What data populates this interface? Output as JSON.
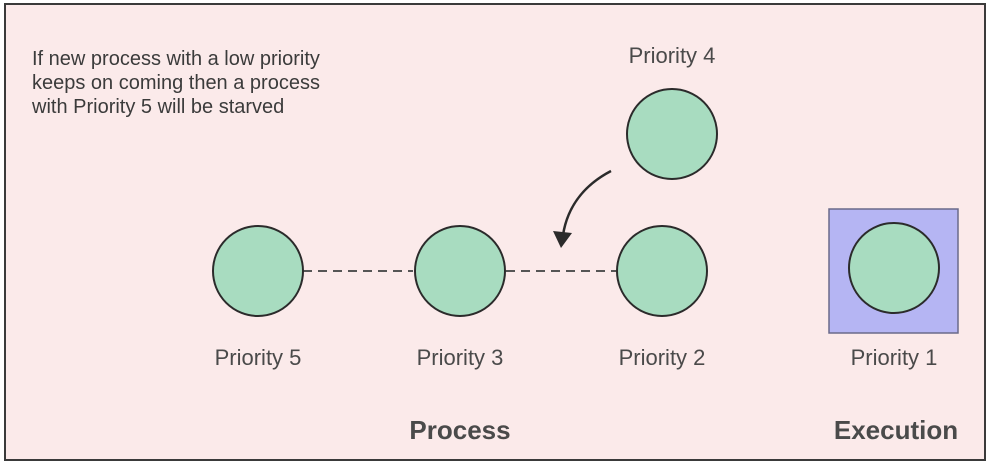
{
  "note": {
    "lines": [
      "If new process with a low priority",
      "keeps on coming then a process",
      "with Priority 5 will be starved"
    ]
  },
  "nodes": {
    "p5": "Priority 5",
    "p3": "Priority 3",
    "p2": "Priority 2",
    "p4": "Priority 4",
    "p1": "Priority 1"
  },
  "groups": {
    "process": "Process",
    "execution": "Execution"
  },
  "colors": {
    "node_fill": "#a8dcc0",
    "node_stroke": "#2b2b2b",
    "execution_box": "#b5b5f3",
    "background": "#fbeaea"
  }
}
